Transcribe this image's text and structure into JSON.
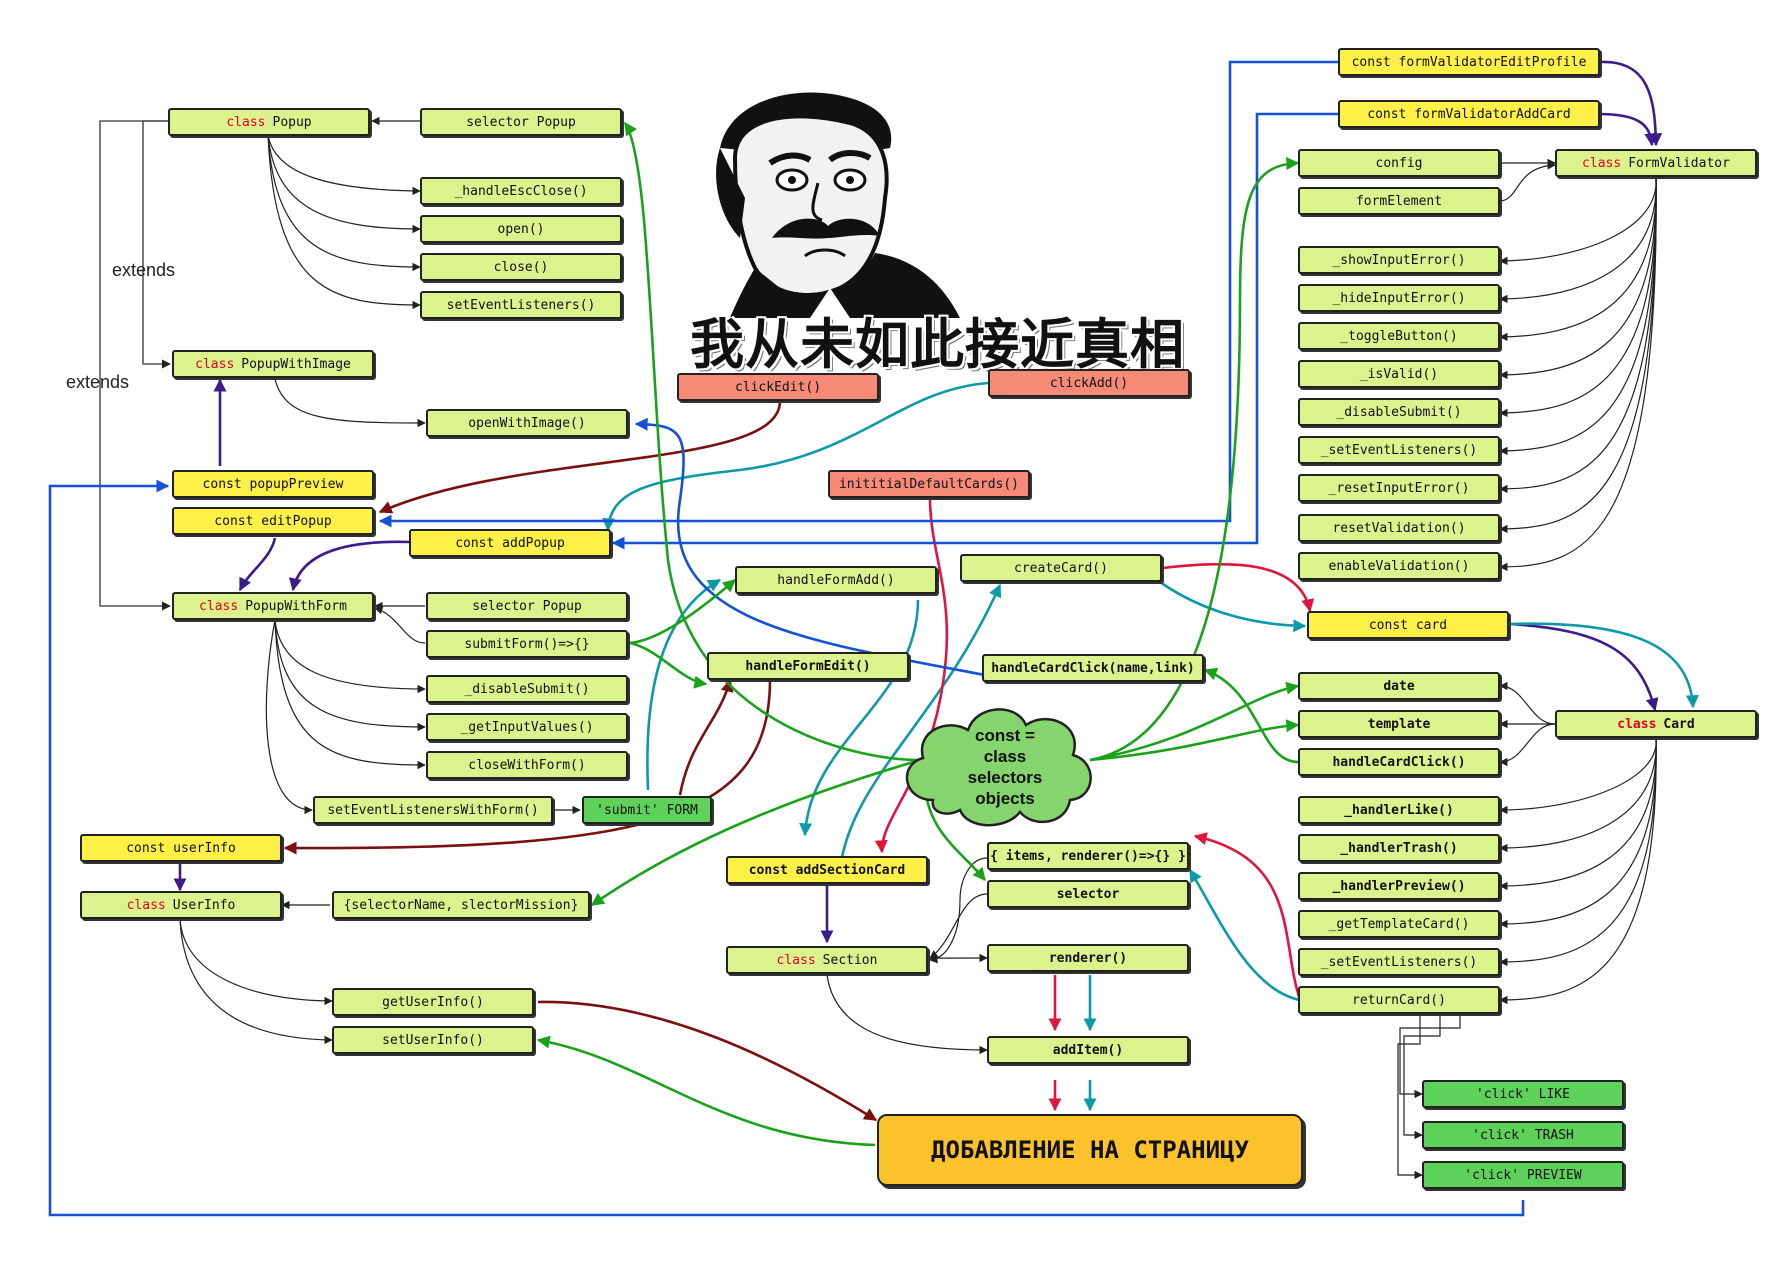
{
  "meme": {
    "caption": "我从未如此接近真相"
  },
  "labels": {
    "extends1": "extends",
    "extends2": "extends"
  },
  "cloud": {
    "l1": "const =",
    "l2": "class",
    "l3": "selectors",
    "l4": "objects"
  },
  "final": "ДОБАВЛЕНИЕ НА СТРАНИЦУ",
  "nodes": {
    "class_popup": {
      "kw": "class",
      "name": "Popup"
    },
    "selector_popup1": "selector Popup",
    "handle_esc_close": "_handleEscClose()",
    "open": "open()",
    "close": "close()",
    "set_event_listeners": "setEventListeners()",
    "class_popup_with_image": {
      "kw": "class",
      "name": "PopupWithImage"
    },
    "open_with_image": "openWithImage()",
    "click_edit": "clickEdit()",
    "click_add": "clickAdd()",
    "const_popup_preview": "const popupPreview",
    "const_edit_popup": "const editPopup",
    "const_add_popup": "const addPopup",
    "initial_default_cards": "inititialDefaultCards()",
    "class_popup_with_form": {
      "kw": "class",
      "name": "PopupWithForm"
    },
    "selector_popup2": "selector Popup",
    "submit_form": "submitForm()=>{}",
    "disable_submit_form": "_disableSubmit()",
    "get_input_values": "_getInputValues()",
    "close_with_form": "closeWithForm()",
    "set_event_listeners_with_form": "setEventListenersWithForm()",
    "submit_form_event": "'submit' FORM",
    "handle_form_add": "handleFormAdd()",
    "handle_form_edit": "handleFormEdit()",
    "create_card": "createCard()",
    "handle_card_click": "handleCardClick(name,link)",
    "const_user_info": "const userInfo",
    "class_user_info": {
      "kw": "class",
      "name": "UserInfo"
    },
    "selector_name_mission": "{selectorName, slectorMission}",
    "get_user_info": "getUserInfo()",
    "set_user_info": "setUserInfo()",
    "const_add_section_card": "const addSectionCard",
    "class_section": {
      "kw": "class",
      "name": "Section"
    },
    "items_renderer": "{ items, renderer()=>{} }",
    "selector": "selector",
    "renderer": "renderer()",
    "add_item": "addItem()",
    "const_form_validator_edit_profile": "const formValidatorEditProfile",
    "const_form_validator_add_card": "const formValidatorAddCard",
    "config": "config",
    "form_element": "formElement",
    "class_form_validator": {
      "kw": "class",
      "name": "FormValidator"
    },
    "show_input_error": "_showInputError()",
    "hide_input_error": "_hideInputError()",
    "toggle_button": "_toggleButton()",
    "is_valid": "_isValid()",
    "disable_submit_validator": "_disableSubmit()",
    "set_event_listeners_validator": "_setEventListeners()",
    "reset_input_error": "_resetInputError()",
    "reset_validation": "resetValidation()",
    "enable_validation": "enableValidation()",
    "const_card": "const card",
    "date": "date",
    "template": "template",
    "handle_card_click_card": "handleCardClick()",
    "class_card": {
      "kw": "class",
      "name": "Card"
    },
    "handler_like": "_handlerLike()",
    "handler_trash": "_handlerTrash()",
    "handler_preview": "_handlerPreview()",
    "get_template_card": "_getTemplateCard()",
    "set_event_listeners_card": "_setEventListeners()",
    "return_card": "returnCard()",
    "click_like": "'click' LIKE",
    "click_trash": "'click' TRASH",
    "click_preview": "'click' PREVIEW"
  },
  "colors": {
    "method_fill": "#dcf28c",
    "const_fill": "#fdf046",
    "red_fill": "#f58a76",
    "green_fill": "#5dd15a",
    "final_fill": "#fbc22c",
    "class_keyword": "#e00022",
    "green_arrow": "#1aa31a",
    "blue_arrow": "#1450d8",
    "dark_red_arrow": "#7a1010",
    "red_arrow": "#e0143c",
    "teal_arrow": "#0b9aa8",
    "purple_arrow": "#3c1c8c",
    "cloud_fill": "#86d46e"
  }
}
